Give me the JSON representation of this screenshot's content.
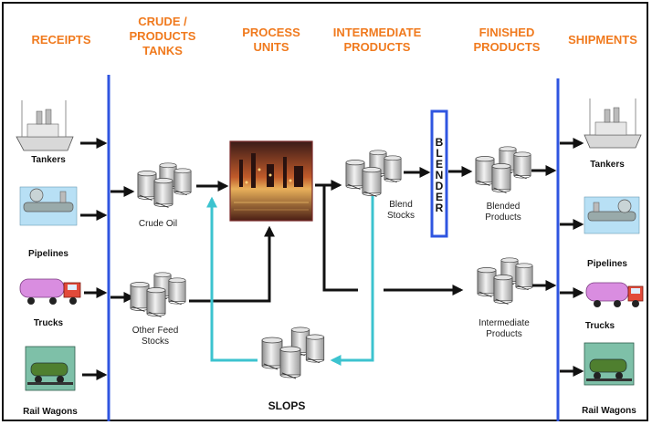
{
  "headers": {
    "receipts": "RECEIPTS",
    "crude_products_tanks_1": "CRUDE /",
    "crude_products_tanks_2": "PRODUCTS",
    "crude_products_tanks_3": "TANKS",
    "process_units_1": "PROCESS",
    "process_units_2": "UNITS",
    "intermediate_products_1": "INTERMEDIATE",
    "intermediate_products_2": "PRODUCTS",
    "finished_products_1": "FINISHED",
    "finished_products_2": "PRODUCTS",
    "shipments": "SHIPMENTS"
  },
  "receipts": {
    "tankers": "Tankers",
    "pipelines": "Pipelines",
    "trucks": "Trucks",
    "rail_wagons": "Rail Wagons"
  },
  "tanks": {
    "crude_oil": "Crude Oil",
    "other_feed_1": "Other Feed",
    "other_feed_2": "Stocks"
  },
  "intermediate": {
    "blend_1": "Blend",
    "blend_2": "Stocks"
  },
  "blender": "BLENDER",
  "finished": {
    "blended_1": "Blended",
    "blended_2": "Products",
    "intermediate_1": "Intermediate",
    "intermediate_2": "Products"
  },
  "slops": "SLOPS",
  "shipments": {
    "tankers": "Tankers",
    "pipelines": "Pipelines",
    "trucks": "Trucks",
    "rail_wagons": "Rail Wagons"
  },
  "colors": {
    "header": "#f07a1e",
    "divider": "#2f55e0",
    "slops_flow": "#3cc3cf",
    "arrow": "#111111"
  }
}
